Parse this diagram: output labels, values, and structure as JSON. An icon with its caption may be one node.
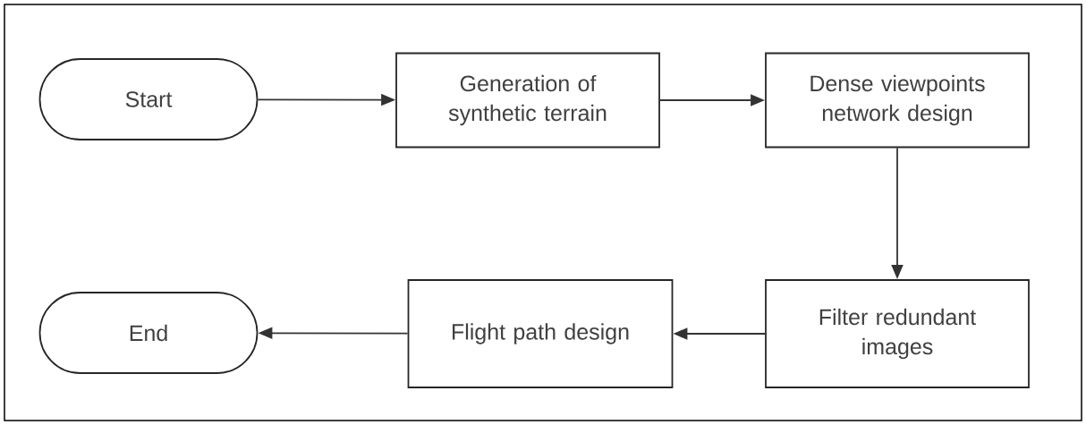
{
  "diagram": {
    "nodes": [
      {
        "text": [
          "Start"
        ]
      },
      {
        "text": [
          "Generation of synthetic terrain"
        ]
      },
      {
        "text": [
          "Dense viewpoints network design"
        ]
      },
      {
        "text": [
          "Filter redundant images"
        ]
      },
      {
        "text": [
          "Flight path design"
        ]
      },
      {
        "text": [
          "End"
        ]
      }
    ],
    "edges": [
      {
        "from": 0,
        "to": 1,
        "arrow": "to"
      },
      {
        "from": 1,
        "to": 2,
        "arrow": "to"
      },
      {
        "from": 2,
        "to": 3,
        "arrow": "to"
      },
      {
        "from": 3,
        "to": 4,
        "arrow": "to"
      },
      {
        "from": 4,
        "to": 5,
        "arrow": "to"
      }
    ]
  }
}
